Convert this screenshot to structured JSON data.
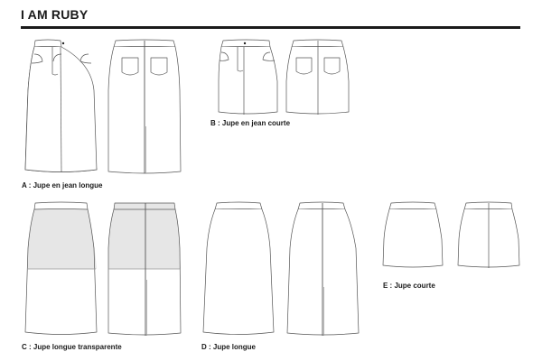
{
  "header": {
    "title": "I AM RUBY"
  },
  "views": [
    {
      "id": "A",
      "label": "A : Jupe en jean longue"
    },
    {
      "id": "B",
      "label": "B : Jupe en jean courte"
    },
    {
      "id": "C",
      "label": "C : Jupe longue transparente"
    },
    {
      "id": "D",
      "label": "D : Jupe longue"
    },
    {
      "id": "E",
      "label": "E : Jupe courte"
    }
  ],
  "colors": {
    "line": "#555555",
    "text": "#1a1a1a",
    "sheer": "#e6e6e6"
  }
}
